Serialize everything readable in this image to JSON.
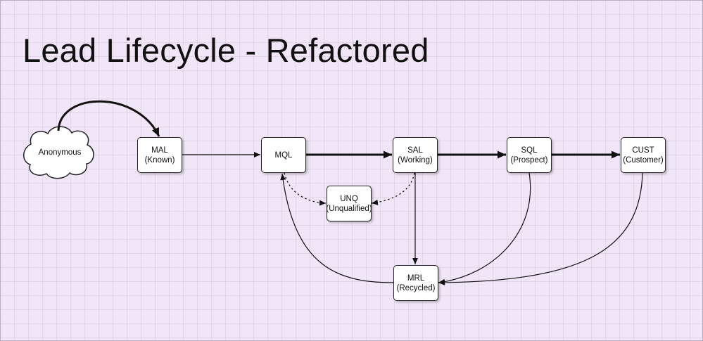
{
  "diagram": {
    "title": "Lead Lifecycle - Refactored",
    "background_color": "#f1e6f7",
    "nodes": {
      "anonymous": {
        "label": "Anonymous",
        "shape": "cloud"
      },
      "mal": {
        "line1": "MAL",
        "line2": "(Known)"
      },
      "mql": {
        "line1": "MQL"
      },
      "sal": {
        "line1": "SAL",
        "line2": "(Working)"
      },
      "sql": {
        "line1": "SQL",
        "line2": "(Prospect)"
      },
      "cust": {
        "line1": "CUST",
        "line2": "(Customer)"
      },
      "unq": {
        "line1": "UNQ",
        "line2": "(Unqualified)"
      },
      "mrl": {
        "line1": "MRL",
        "line2": "(Recycled)"
      }
    },
    "edges": [
      {
        "from": "Anonymous",
        "to": "MAL",
        "style": "thick-curved"
      },
      {
        "from": "MAL",
        "to": "MQL",
        "style": "thin"
      },
      {
        "from": "MQL",
        "to": "SAL",
        "style": "thick"
      },
      {
        "from": "SAL",
        "to": "SQL",
        "style": "thick"
      },
      {
        "from": "SQL",
        "to": "CUST",
        "style": "thick"
      },
      {
        "from": "MQL",
        "to": "UNQ",
        "style": "dotted-curved"
      },
      {
        "from": "SAL",
        "to": "UNQ",
        "style": "dotted-curved"
      },
      {
        "from": "SAL",
        "to": "MRL",
        "style": "thin"
      },
      {
        "from": "SQL",
        "to": "MRL",
        "style": "thin-curved"
      },
      {
        "from": "CUST",
        "to": "MRL",
        "style": "thin-curved"
      },
      {
        "from": "MRL",
        "to": "MQL",
        "style": "thin-curved"
      }
    ]
  }
}
